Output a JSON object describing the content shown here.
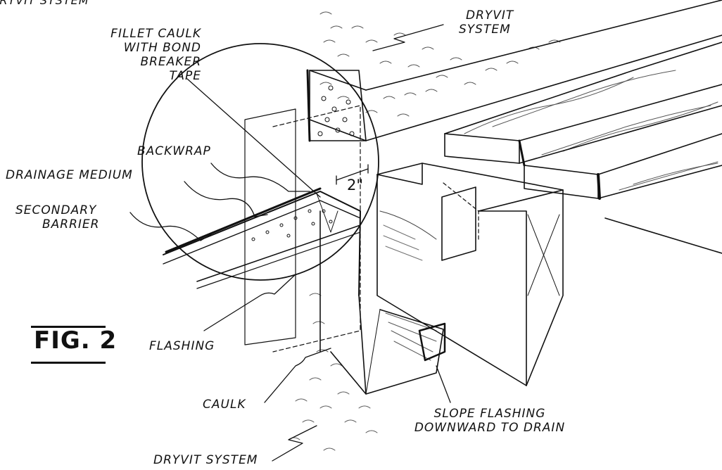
{
  "top_cut_label": "DRYVIT SYSTEM",
  "figure_label": "FIG. 2",
  "dimension": "2\"",
  "callouts": {
    "dryvit_top": [
      "DRYVIT",
      "SYSTEM"
    ],
    "fillet_caulk": [
      "FILLET CAULK",
      "WITH BOND",
      "BREAKER",
      "TAPE"
    ],
    "backwrap": "BACKWRAP",
    "drainage_medium": "DRAINAGE MEDIUM",
    "secondary_barrier": [
      "SECONDARY",
      "BARRIER"
    ],
    "flashing": "FLASHING",
    "caulk": "CAULK",
    "slope_flashing": [
      "SLOPE FLASHING",
      "DOWNWARD TO DRAIN"
    ],
    "dryvit_bottom": "DRYVIT SYSTEM"
  },
  "colors": {
    "ink": "#111111",
    "paper": "#ffffff"
  }
}
